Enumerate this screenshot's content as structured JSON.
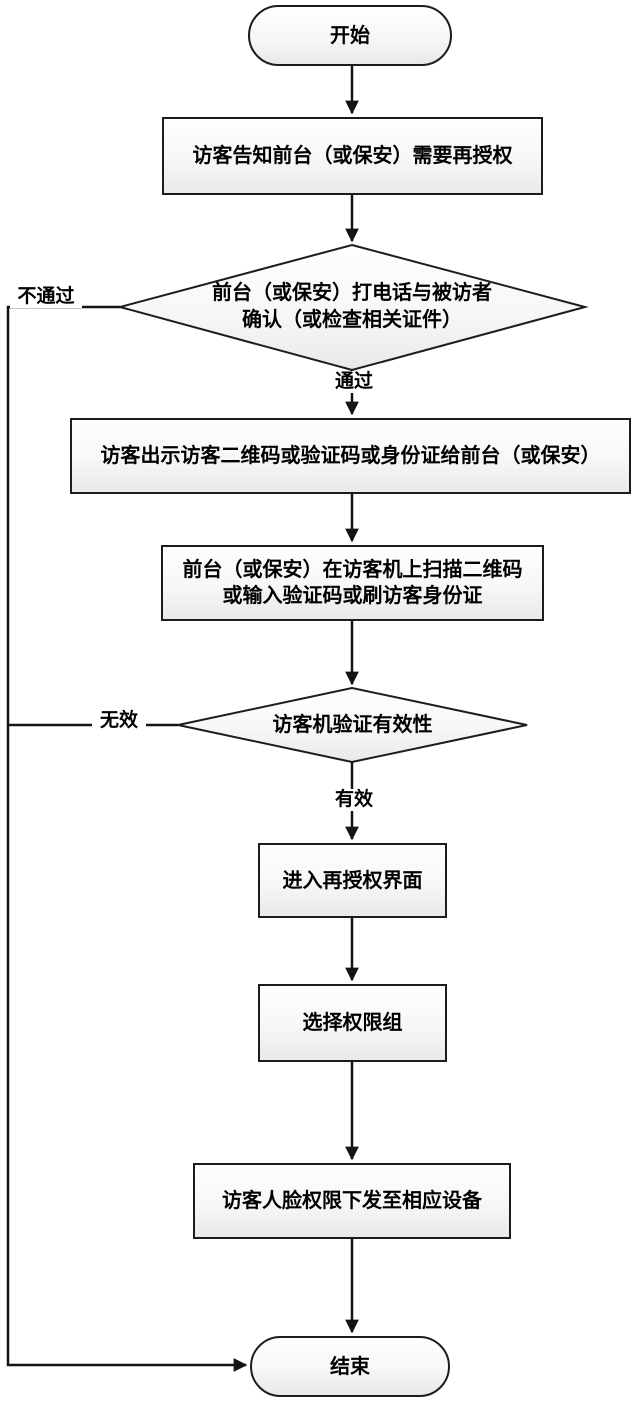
{
  "flowchart": {
    "nodes": {
      "start": {
        "type": "terminator",
        "label": "开始"
      },
      "step1": {
        "type": "process",
        "label": "访客告知前台（或保安）需要再授权"
      },
      "decision1": {
        "type": "decision",
        "label": "前台（或保安）打电话与被访者\n确认（或检查相关证件）"
      },
      "step2": {
        "type": "process",
        "label": "访客出示访客二维码或验证码或身份证给前台（或保安）"
      },
      "step3": {
        "type": "process",
        "label": "前台（或保安）在访客机上扫描二维码\n或输入验证码或刷访客身份证"
      },
      "decision2": {
        "type": "decision",
        "label": "访客机验证有效性"
      },
      "step4": {
        "type": "process",
        "label": "进入再授权界面"
      },
      "step5": {
        "type": "process",
        "label": "选择权限组"
      },
      "step6": {
        "type": "process",
        "label": "访客人脸权限下发至相应设备"
      },
      "end": {
        "type": "terminator",
        "label": "结束"
      }
    },
    "edges": {
      "pass_label": "通过",
      "no_pass_label": "不通过",
      "valid_label": "有效",
      "invalid_label": "无效"
    },
    "theme": {
      "line_color": "#141414",
      "border_color": "#1c1c1c",
      "fill_top": "#fefefe",
      "fill_bottom": "#e9e9e9",
      "text_color": "#000000",
      "background": "#ffffff"
    }
  }
}
